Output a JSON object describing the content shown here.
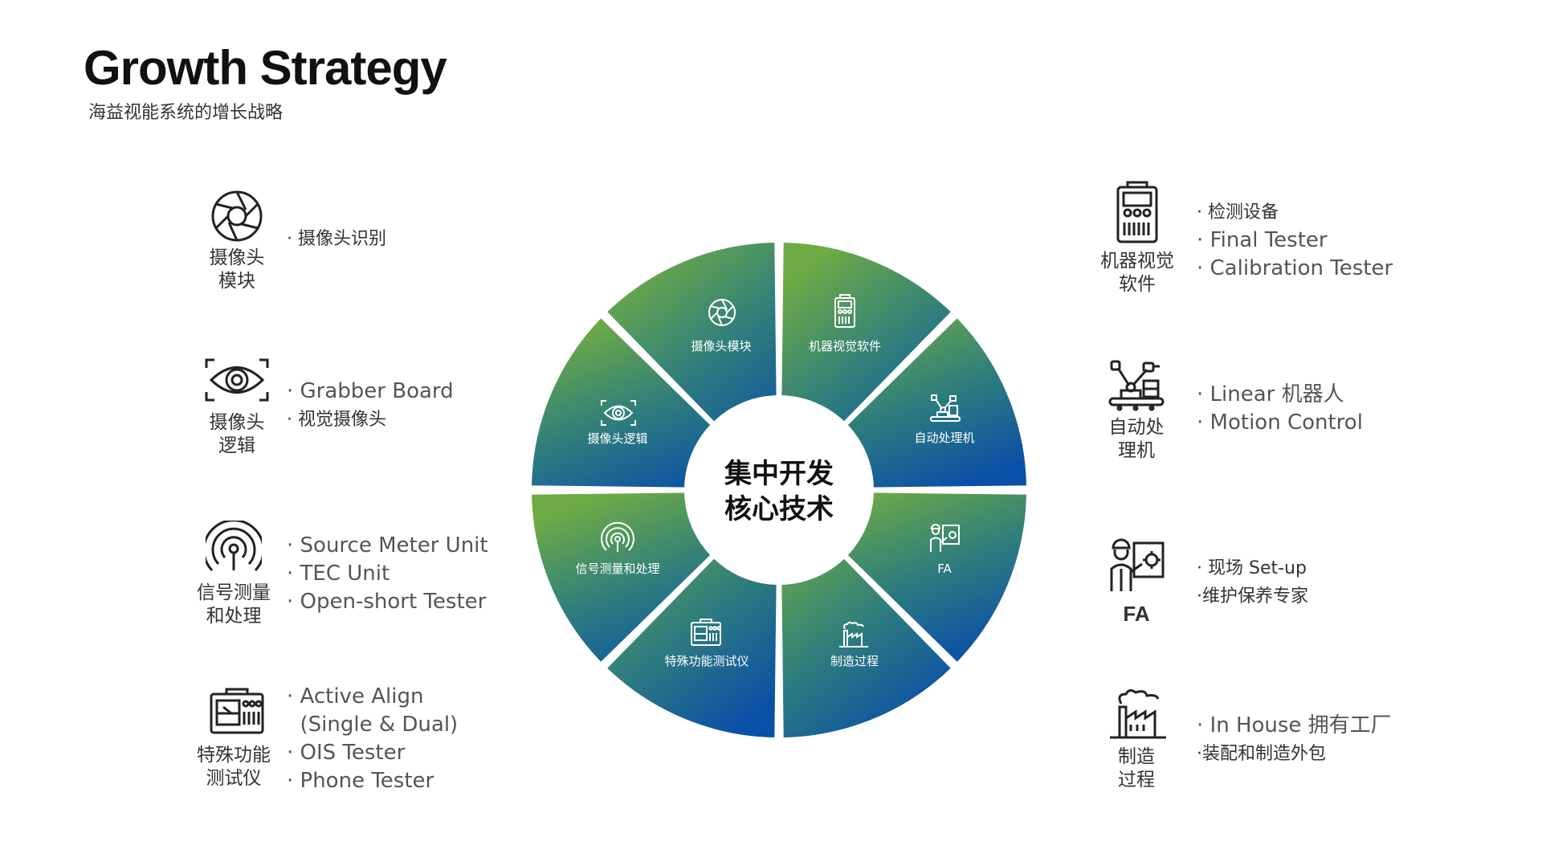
{
  "header": {
    "title": "Growth Strategy",
    "subtitle": "海益视能系统的增长战略"
  },
  "left_items": [
    {
      "icon": "aperture-icon",
      "label": [
        "摄像头",
        "模块"
      ],
      "bullets": [
        "· 摄像头识别"
      ]
    },
    {
      "icon": "eye-scan-icon",
      "label": [
        "摄像头",
        "逻辑"
      ],
      "bullets": [
        "· Grabber Board",
        "· 视觉摄像头"
      ]
    },
    {
      "icon": "signal-icon",
      "label": [
        "信号测量",
        "和处理"
      ],
      "bullets": [
        "· Source Meter Unit",
        "· TEC Unit",
        "· Open-short Tester"
      ]
    },
    {
      "icon": "test-instrument-icon",
      "label": [
        "特殊功能",
        "测试仪"
      ],
      "bullets": [
        "· Active Align",
        "  (Single & Dual)",
        "· OIS Tester",
        "· Phone Tester"
      ]
    }
  ],
  "right_items": [
    {
      "icon": "device-panel-icon",
      "label": [
        "机器视觉",
        "软件"
      ],
      "bullets": [
        "· 检测设备",
        "· Final Tester",
        "· Calibration Tester"
      ]
    },
    {
      "icon": "robot-arm-icon",
      "label": [
        "自动处",
        "理机"
      ],
      "bullets": [
        "· Linear 机器人",
        "· Motion Control"
      ]
    },
    {
      "icon": "engineer-icon",
      "label": [
        "FA"
      ],
      "bullets": [
        "· 现场 Set-up",
        "·维护保养专家"
      ]
    },
    {
      "icon": "factory-icon",
      "label": [
        "制造",
        "过程"
      ],
      "bullets": [
        "· In House 拥有工厂",
        "·装配和制造外包"
      ]
    }
  ],
  "wheel": {
    "center": [
      "集中开发",
      "核心技术"
    ],
    "segments": [
      {
        "label": "摄像头模块",
        "icon": "aperture-icon"
      },
      {
        "label": "机器视觉软件",
        "icon": "device-panel-icon"
      },
      {
        "label": "自动处理机",
        "icon": "robot-arm-icon"
      },
      {
        "label": "FA",
        "icon": "engineer-icon"
      },
      {
        "label": "制造过程",
        "icon": "factory-icon"
      },
      {
        "label": "特殊功能测试仪",
        "icon": "test-instrument-icon"
      },
      {
        "label": "信号测量和处理",
        "icon": "signal-icon"
      },
      {
        "label": "摄像头逻辑",
        "icon": "eye-scan-icon"
      }
    ],
    "colors": {
      "green": "#6eab45",
      "teal": "#2f7e7c",
      "blue": "#0a4fa8"
    }
  }
}
